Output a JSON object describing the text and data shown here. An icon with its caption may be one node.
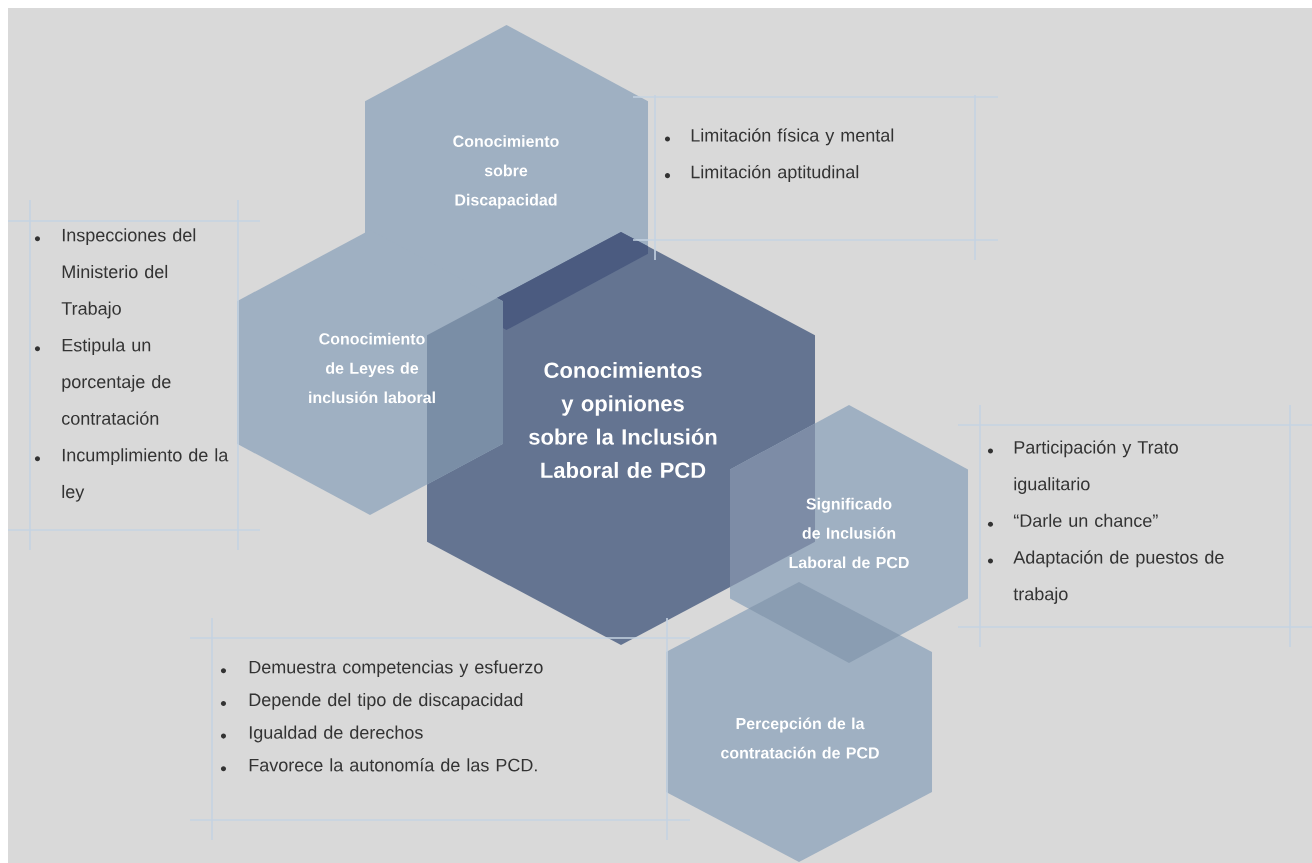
{
  "diagram": {
    "nodes": [
      {
        "text": [
          "Conocimiento sobre Discapacidad"
        ]
      },
      {
        "text": [
          "Limitación física y mental",
          "Limitación aptitudinal"
        ]
      },
      {
        "text": [
          "Inspecciones del Ministerio del Trabajo",
          "Estipula un porcentaje de contratación",
          "Incumplimiento de la ley"
        ]
      },
      {
        "text": [
          "Conocimiento de Leyes de inclusión laboral"
        ]
      },
      {
        "text": [
          "Conocimientos y opiniones sobre la Inclusión Laboral de PCD"
        ]
      },
      {
        "text": [
          "Significado de Inclusión Laboral de PCD"
        ]
      },
      {
        "text": [
          "Participación y Trato igualitario",
          "“Darle un chance”",
          "Adaptación de puestos de trabajo"
        ]
      },
      {
        "text": [
          "Demuestra competencias y esfuerzo",
          "Depende del tipo de discapacidad",
          "Igualdad de derechos",
          "Favorece la autonomía de las PCD."
        ]
      },
      {
        "text": [
          "Percepción de la contratación de PCD"
        ]
      }
    ]
  }
}
